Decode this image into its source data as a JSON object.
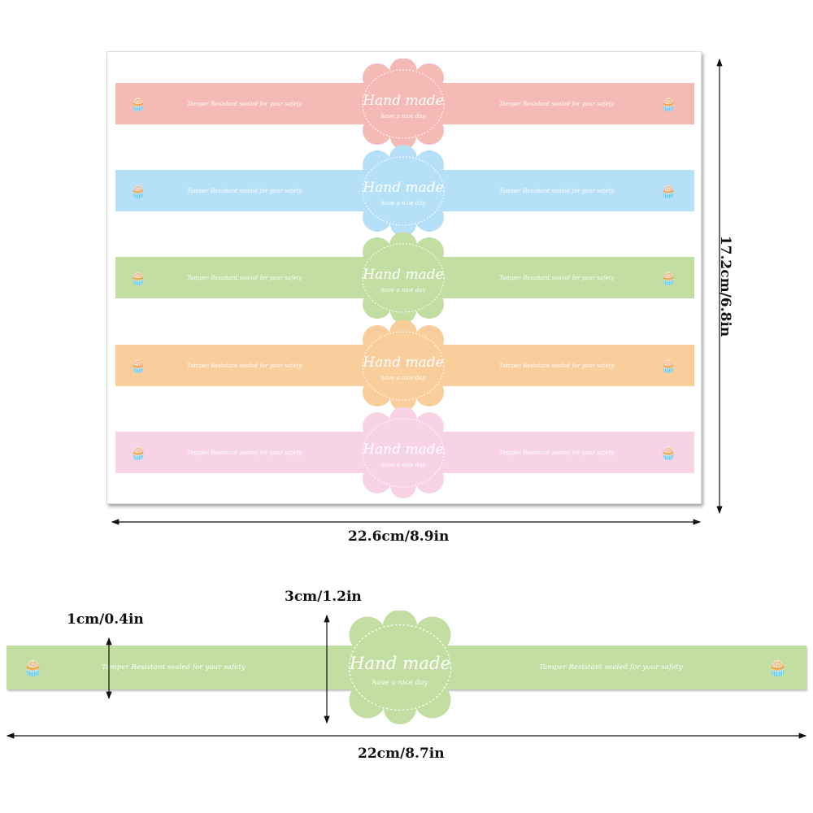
{
  "strip_text": {
    "title": "Hand made",
    "subtitle": "have a nice day",
    "tagline": "Tamper Resistant sealed for your safety"
  },
  "sheet_colors": [
    "#f5bab5",
    "#b6e0f7",
    "#c2dea2",
    "#f9cd9c",
    "#f8d3e5"
  ],
  "single_color": "#c2dea2",
  "dimensions": {
    "sheet_width": "22.6cm/8.9in",
    "sheet_height": "17.2cm/6.8in",
    "strip_height": "1cm/0.4in",
    "label_height": "3cm/1.2in",
    "strip_length": "22cm/8.7in"
  }
}
